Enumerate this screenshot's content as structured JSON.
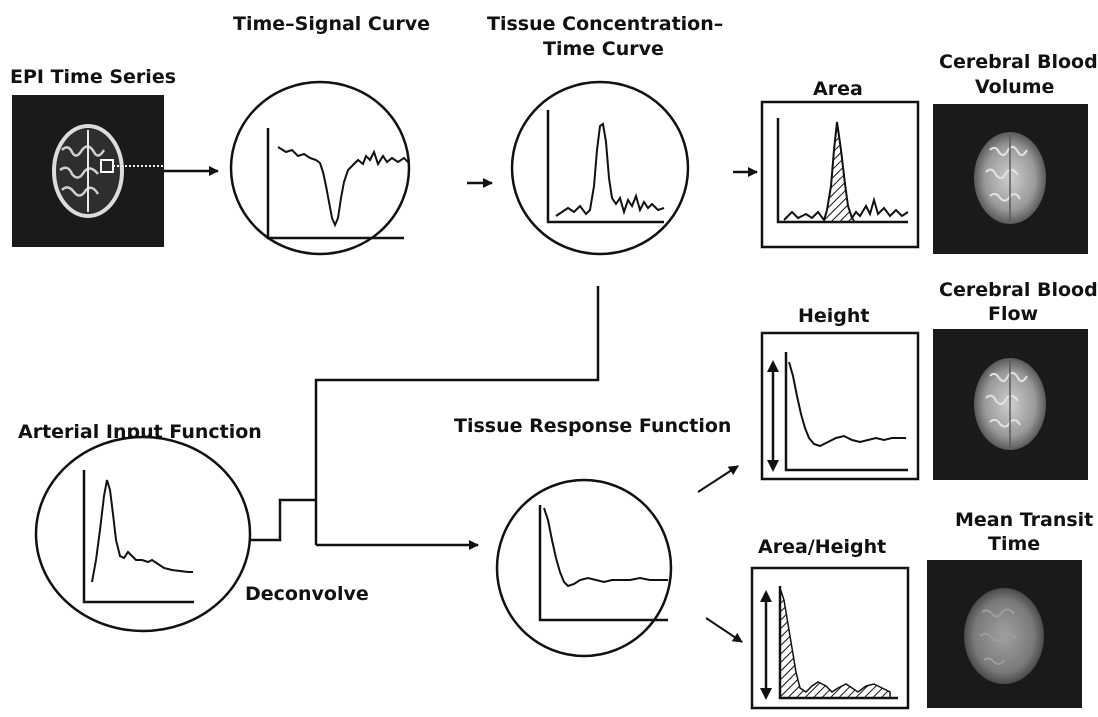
{
  "labels": {
    "epi": "EPI Time Series",
    "time_signal": "Time–Signal Curve",
    "tissue_conc_line1": "Tissue Concentration–",
    "tissue_conc_line2": "Time Curve",
    "area": "Area",
    "cbv_line1": "Cerebral Blood",
    "cbv_line2": "Volume",
    "height": "Height",
    "cbf_line1": "Cerebral Blood",
    "cbf_line2": "Flow",
    "aif": "Arterial Input Function",
    "trf": "Tissue Response Function",
    "deconvolve": "Deconvolve",
    "area_height": "Area/Height",
    "mtt_line1": "Mean Transit",
    "mtt_line2": "Time"
  },
  "colors": {
    "line": "#111111",
    "brain_bg": "#1a1a1a",
    "brain_tissue": "#a8a8a8",
    "mtt_tissue": "#7d7d7d"
  }
}
